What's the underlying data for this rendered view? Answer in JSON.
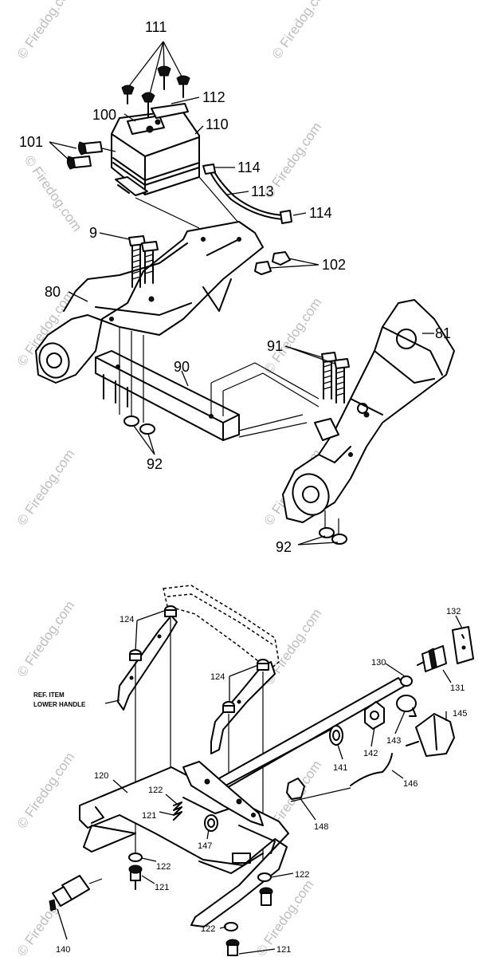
{
  "watermark": "© Firedog.com",
  "upper_assembly": {
    "callouts": [
      "111",
      "112",
      "100",
      "110",
      "101",
      "114",
      "113",
      "114",
      "9",
      "102",
      "80",
      "81",
      "91",
      "90",
      "92",
      "92"
    ]
  },
  "lower_assembly": {
    "callouts": [
      "124",
      "132",
      "124",
      "130",
      "131",
      "145",
      "143",
      "142",
      "141",
      "146",
      "120",
      "122",
      "121",
      "147",
      "148",
      "122",
      "121",
      "122",
      "140",
      "122",
      "121"
    ],
    "reference_note": [
      "REF. ITEM",
      "LOWER HANDLE"
    ]
  }
}
